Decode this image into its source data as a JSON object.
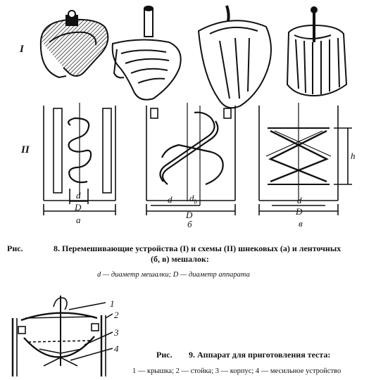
{
  "row_labels": {
    "row1": "I",
    "row2": "II"
  },
  "sub_labels": {
    "a": "а",
    "b": "б",
    "v": "в"
  },
  "dims": {
    "d": "d",
    "D": "D",
    "db": "d",
    "db_sub": "b",
    "h": "h"
  },
  "fig8": {
    "prefix": "Рис.",
    "caption": "8. Перемешивающие устройства (I) и схемы (II) шнековых (а) и ленточных",
    "caption2": "(б, в) мешалок:",
    "legend": "d — диаметр мешалки; D — диаметр аппарата"
  },
  "fig9": {
    "prefix": "Рис.",
    "caption": "9. Аппарат для приготовления теста:",
    "legend": "1 — крышка; 2 — стойка; 3 — корпус; 4 — месильное устройство",
    "callouts": [
      "1",
      "2",
      "3",
      "4"
    ]
  }
}
